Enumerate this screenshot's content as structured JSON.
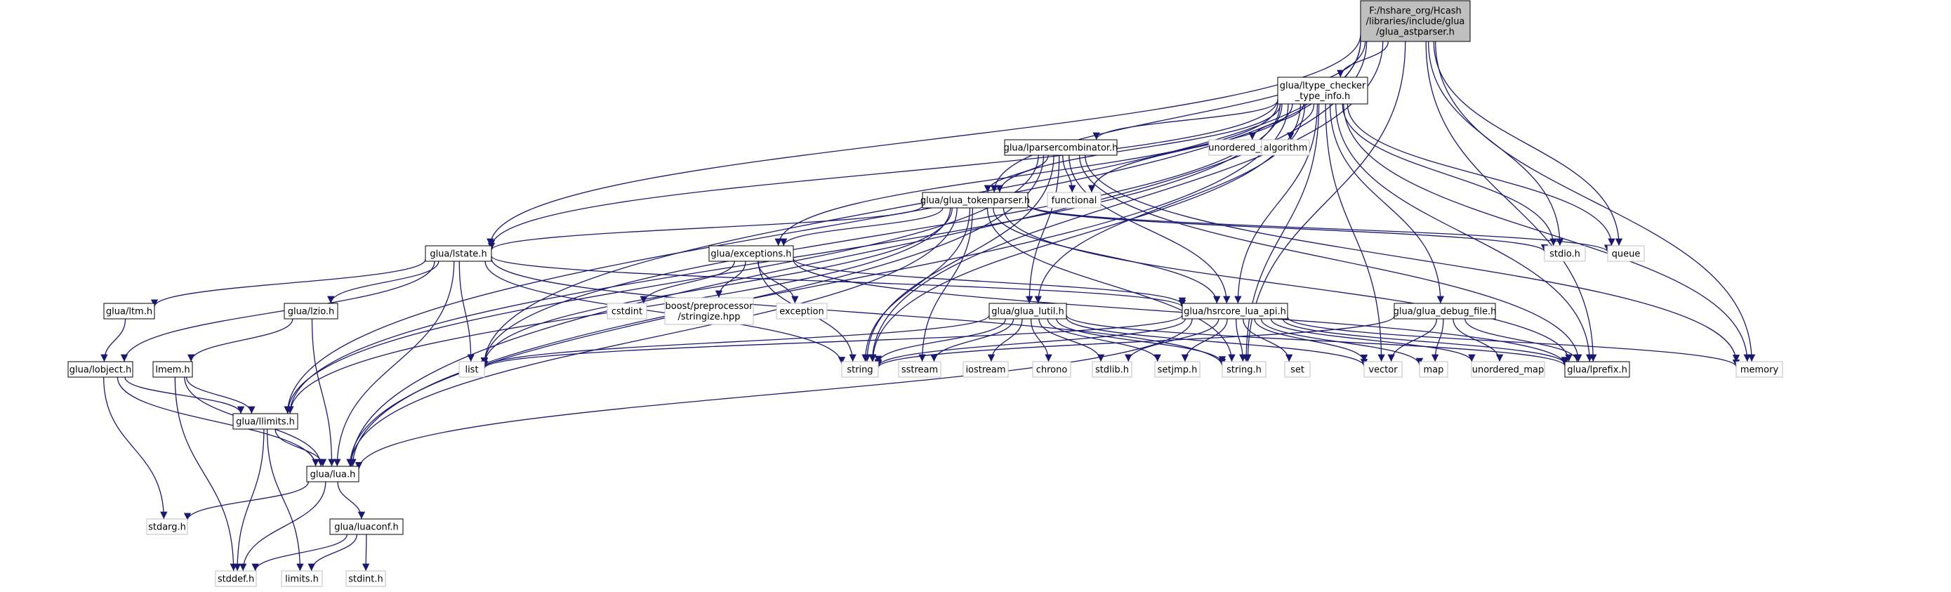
{
  "colors": {
    "edge": "#191970",
    "root_fill": "#bfbfbf",
    "node_fill": "#ffffff",
    "node_border": "#000000",
    "external_border": "#bfbfbf",
    "text": "#000000"
  },
  "nodes": [
    {
      "id": "root",
      "lines": [
        "F:/hshare_org/Hcash",
        "/libraries/include/glua",
        "/glua_astparser.h"
      ],
      "kind": "root"
    },
    {
      "id": "type_checker",
      "lines": [
        "glua/ltype_checker",
        "_type_info.h"
      ],
      "kind": "file"
    },
    {
      "id": "unordered_set",
      "lines": [
        "unordered_set"
      ],
      "kind": "external"
    },
    {
      "id": "algorithm",
      "lines": [
        "algorithm"
      ],
      "kind": "external"
    },
    {
      "id": "lparsercombinator",
      "lines": [
        "glua/lparsercombinator.h"
      ],
      "kind": "file"
    },
    {
      "id": "functional",
      "lines": [
        "functional"
      ],
      "kind": "external"
    },
    {
      "id": "tokenparser",
      "lines": [
        "glua/glua_tokenparser.h"
      ],
      "kind": "file"
    },
    {
      "id": "stdio",
      "lines": [
        "stdio.h"
      ],
      "kind": "external"
    },
    {
      "id": "queue",
      "lines": [
        "queue"
      ],
      "kind": "external"
    },
    {
      "id": "lstate",
      "lines": [
        "glua/lstate.h"
      ],
      "kind": "file"
    },
    {
      "id": "exceptions",
      "lines": [
        "glua/exceptions.h"
      ],
      "kind": "file"
    },
    {
      "id": "ltm",
      "lines": [
        "glua/ltm.h"
      ],
      "kind": "file"
    },
    {
      "id": "lzio",
      "lines": [
        "glua/lzio.h"
      ],
      "kind": "file"
    },
    {
      "id": "cstdint",
      "lines": [
        "cstdint"
      ],
      "kind": "external"
    },
    {
      "id": "boost_stringize",
      "lines": [
        "boost/preprocessor",
        "/stringize.hpp"
      ],
      "kind": "external"
    },
    {
      "id": "exception",
      "lines": [
        "exception"
      ],
      "kind": "external"
    },
    {
      "id": "glua_lutil",
      "lines": [
        "glua/glua_lutil.h"
      ],
      "kind": "file"
    },
    {
      "id": "hsrcore_lua_api",
      "lines": [
        "glua/hsrcore_lua_api.h"
      ],
      "kind": "file"
    },
    {
      "id": "debug_file",
      "lines": [
        "glua/glua_debug_file.h"
      ],
      "kind": "file"
    },
    {
      "id": "lobject",
      "lines": [
        "glua/lobject.h"
      ],
      "kind": "file"
    },
    {
      "id": "lmem",
      "lines": [
        "lmem.h"
      ],
      "kind": "file"
    },
    {
      "id": "list",
      "lines": [
        "list"
      ],
      "kind": "external"
    },
    {
      "id": "string",
      "lines": [
        "string"
      ],
      "kind": "external"
    },
    {
      "id": "sstream",
      "lines": [
        "sstream"
      ],
      "kind": "external"
    },
    {
      "id": "iostream",
      "lines": [
        "iostream"
      ],
      "kind": "external"
    },
    {
      "id": "chrono",
      "lines": [
        "chrono"
      ],
      "kind": "external"
    },
    {
      "id": "stdlib",
      "lines": [
        "stdlib.h"
      ],
      "kind": "external"
    },
    {
      "id": "setjmp",
      "lines": [
        "setjmp.h"
      ],
      "kind": "external"
    },
    {
      "id": "string_h",
      "lines": [
        "string.h"
      ],
      "kind": "external"
    },
    {
      "id": "set",
      "lines": [
        "set"
      ],
      "kind": "external"
    },
    {
      "id": "vector",
      "lines": [
        "vector"
      ],
      "kind": "external"
    },
    {
      "id": "map",
      "lines": [
        "map"
      ],
      "kind": "external"
    },
    {
      "id": "unordered_map",
      "lines": [
        "unordered_map"
      ],
      "kind": "external"
    },
    {
      "id": "lprefix",
      "lines": [
        "glua/lprefix.h"
      ],
      "kind": "file"
    },
    {
      "id": "memory",
      "lines": [
        "memory"
      ],
      "kind": "external"
    },
    {
      "id": "llimits",
      "lines": [
        "glua/llimits.h"
      ],
      "kind": "file"
    },
    {
      "id": "lua",
      "lines": [
        "glua/lua.h"
      ],
      "kind": "file"
    },
    {
      "id": "stdarg",
      "lines": [
        "stdarg.h"
      ],
      "kind": "external"
    },
    {
      "id": "luaconf",
      "lines": [
        "glua/luaconf.h"
      ],
      "kind": "file"
    },
    {
      "id": "stddef",
      "lines": [
        "stddef.h"
      ],
      "kind": "external"
    },
    {
      "id": "limits",
      "lines": [
        "limits.h"
      ],
      "kind": "external"
    },
    {
      "id": "stdint",
      "lines": [
        "stdint.h"
      ],
      "kind": "external"
    }
  ],
  "edges": [
    [
      "root",
      "type_checker"
    ],
    [
      "root",
      "tokenparser"
    ],
    [
      "root",
      "lstate"
    ],
    [
      "root",
      "list"
    ],
    [
      "root",
      "string"
    ],
    [
      "root",
      "stdio"
    ],
    [
      "root",
      "queue"
    ],
    [
      "root",
      "memory"
    ],
    [
      "root",
      "lprefix"
    ],
    [
      "root",
      "lua"
    ],
    [
      "root",
      "llimits"
    ],
    [
      "root",
      "string_h"
    ],
    [
      "type_checker",
      "unordered_set"
    ],
    [
      "type_checker",
      "algorithm"
    ],
    [
      "type_checker",
      "lparsercombinator"
    ],
    [
      "type_checker",
      "functional"
    ],
    [
      "type_checker",
      "tokenparser"
    ],
    [
      "type_checker",
      "exceptions"
    ],
    [
      "type_checker",
      "lstate"
    ],
    [
      "type_checker",
      "glua_lutil"
    ],
    [
      "type_checker",
      "hsrcore_lua_api"
    ],
    [
      "type_checker",
      "debug_file"
    ],
    [
      "type_checker",
      "stdio"
    ],
    [
      "type_checker",
      "queue"
    ],
    [
      "type_checker",
      "memory"
    ],
    [
      "type_checker",
      "string"
    ],
    [
      "type_checker",
      "list"
    ],
    [
      "type_checker",
      "vector"
    ],
    [
      "type_checker",
      "string_h"
    ],
    [
      "type_checker",
      "lprefix"
    ],
    [
      "type_checker",
      "llimits"
    ],
    [
      "type_checker",
      "lua"
    ],
    [
      "lparsercombinator",
      "tokenparser"
    ],
    [
      "lparsercombinator",
      "functional"
    ],
    [
      "lparsercombinator",
      "hsrcore_lua_api"
    ],
    [
      "lparsercombinator",
      "glua_lutil"
    ],
    [
      "lparsercombinator",
      "string"
    ],
    [
      "lparsercombinator",
      "lprefix"
    ],
    [
      "lparsercombinator",
      "lua"
    ],
    [
      "lparsercombinator",
      "memory"
    ],
    [
      "lparsercombinator",
      "llimits"
    ],
    [
      "tokenparser",
      "exceptions"
    ],
    [
      "tokenparser",
      "lstate"
    ],
    [
      "tokenparser",
      "hsrcore_lua_api"
    ],
    [
      "tokenparser",
      "stdio"
    ],
    [
      "tokenparser",
      "queue"
    ],
    [
      "tokenparser",
      "list"
    ],
    [
      "tokenparser",
      "string"
    ],
    [
      "tokenparser",
      "sstream"
    ],
    [
      "tokenparser",
      "string_h"
    ],
    [
      "tokenparser",
      "lprefix"
    ],
    [
      "tokenparser",
      "lua"
    ],
    [
      "tokenparser",
      "llimits"
    ],
    [
      "exceptions",
      "cstdint"
    ],
    [
      "exceptions",
      "boost_stringize"
    ],
    [
      "exceptions",
      "exception"
    ],
    [
      "exceptions",
      "string"
    ],
    [
      "exceptions",
      "hsrcore_lua_api"
    ],
    [
      "exceptions",
      "lprefix"
    ],
    [
      "lstate",
      "ltm"
    ],
    [
      "lstate",
      "lzio"
    ],
    [
      "lstate",
      "lobject"
    ],
    [
      "lstate",
      "hsrcore_lua_api"
    ],
    [
      "lstate",
      "list"
    ],
    [
      "lstate",
      "string"
    ],
    [
      "lstate",
      "string_h"
    ],
    [
      "lstate",
      "lua"
    ],
    [
      "ltm",
      "lobject"
    ],
    [
      "lzio",
      "lmem"
    ],
    [
      "lzio",
      "lua"
    ],
    [
      "lobject",
      "llimits"
    ],
    [
      "lobject",
      "lua"
    ],
    [
      "lobject",
      "stdarg"
    ],
    [
      "lmem",
      "llimits"
    ],
    [
      "lmem",
      "lua"
    ],
    [
      "lmem",
      "stddef"
    ],
    [
      "llimits",
      "lua"
    ],
    [
      "llimits",
      "stddef"
    ],
    [
      "llimits",
      "limits"
    ],
    [
      "lua",
      "stdarg"
    ],
    [
      "lua",
      "stddef"
    ],
    [
      "lua",
      "luaconf"
    ],
    [
      "luaconf",
      "stddef"
    ],
    [
      "luaconf",
      "limits"
    ],
    [
      "luaconf",
      "stdint"
    ],
    [
      "glua_lutil",
      "list"
    ],
    [
      "glua_lutil",
      "string"
    ],
    [
      "glua_lutil",
      "sstream"
    ],
    [
      "glua_lutil",
      "iostream"
    ],
    [
      "glua_lutil",
      "chrono"
    ],
    [
      "glua_lutil",
      "stdlib"
    ],
    [
      "glua_lutil",
      "setjmp"
    ],
    [
      "glua_lutil",
      "string_h"
    ],
    [
      "glua_lutil",
      "vector"
    ],
    [
      "glua_lutil",
      "lprefix"
    ],
    [
      "hsrcore_lua_api",
      "list"
    ],
    [
      "hsrcore_lua_api",
      "string"
    ],
    [
      "hsrcore_lua_api",
      "stdlib"
    ],
    [
      "hsrcore_lua_api",
      "setjmp"
    ],
    [
      "hsrcore_lua_api",
      "string_h"
    ],
    [
      "hsrcore_lua_api",
      "set"
    ],
    [
      "hsrcore_lua_api",
      "vector"
    ],
    [
      "hsrcore_lua_api",
      "map"
    ],
    [
      "hsrcore_lua_api",
      "unordered_map"
    ],
    [
      "hsrcore_lua_api",
      "lprefix"
    ],
    [
      "hsrcore_lua_api",
      "memory"
    ],
    [
      "hsrcore_lua_api",
      "lua"
    ],
    [
      "debug_file",
      "string"
    ],
    [
      "debug_file",
      "vector"
    ],
    [
      "debug_file",
      "map"
    ],
    [
      "debug_file",
      "unordered_map"
    ],
    [
      "debug_file",
      "lprefix"
    ]
  ]
}
